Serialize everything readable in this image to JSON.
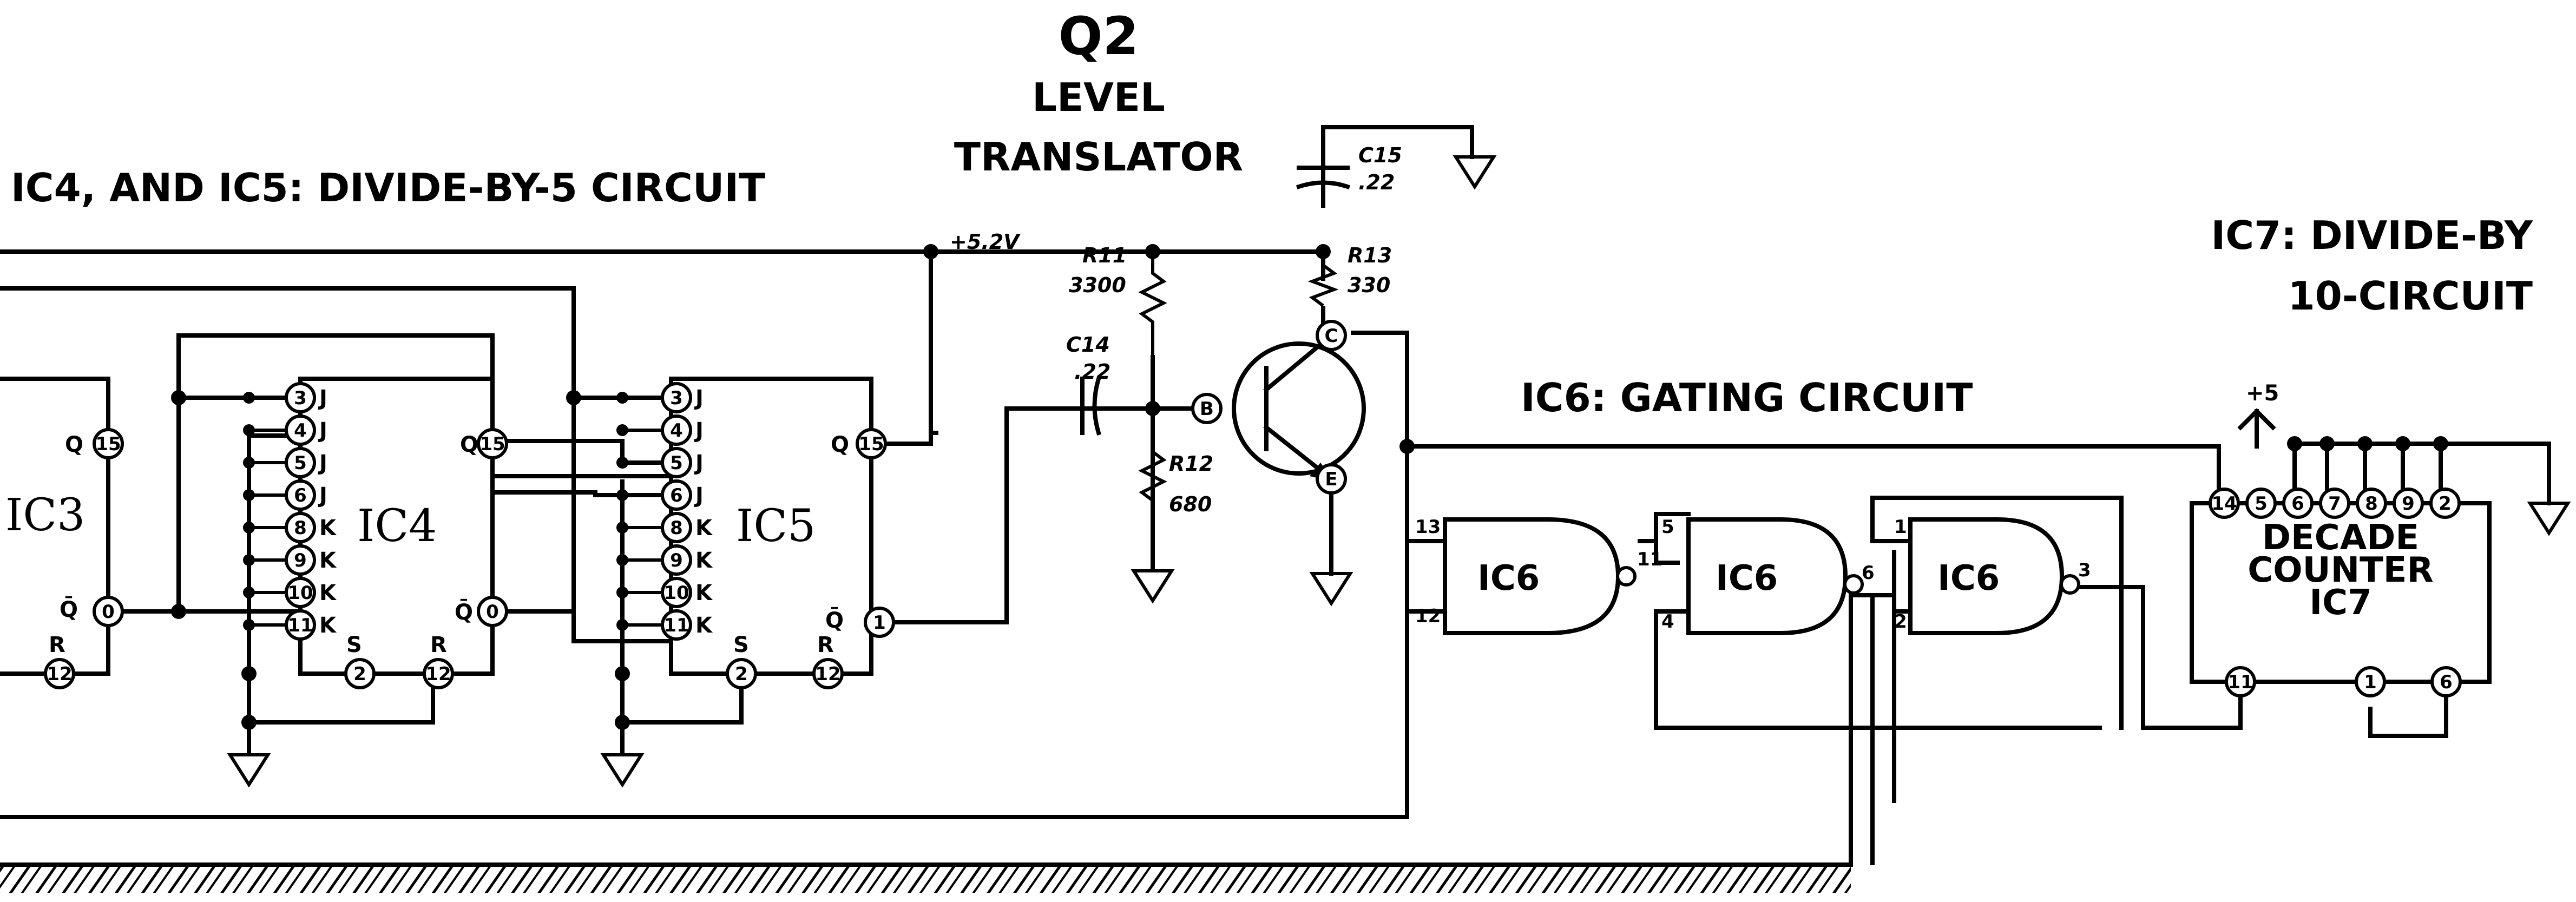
{
  "labels": {
    "q2": "Q2",
    "level": "LEVEL",
    "translator": "TRANSLATOR",
    "divide_by_5": "IC4, AND IC5: DIVIDE-BY-5 CIRCUIT",
    "ic7_line1": "IC7: DIVIDE-BY",
    "ic7_line2": "10-CIRCUIT",
    "gating": "IC6: GATING CIRCUIT",
    "supply": "+5.2V",
    "plus5": "+5"
  },
  "ics": {
    "ic3": "IC3",
    "ic4": "IC4",
    "ic5": "IC5",
    "ic6a": "IC6",
    "ic6b": "IC6",
    "ic6c": "IC6",
    "ic7_l1": "DECADE",
    "ic7_l2": "COUNTER",
    "ic7_l3": "IC7"
  },
  "components": {
    "r11_name": "R11",
    "r11_value": "3300",
    "r12_name": "R12",
    "r12_value": "680",
    "r13_name": "R13",
    "r13_value": "330",
    "c14_name": "C14",
    "c14_value": ".22",
    "c15_name": "C15",
    "c15_value": ".22"
  },
  "pins": {
    "ic3_q": "Q",
    "ic3_q_num": "15",
    "ic3_qbar": "Q̄",
    "ic3_qbar_num": "0",
    "ic3_r": "R",
    "ic3_r_num": "12",
    "ic4_jk": [
      {
        "num": "3",
        "lbl": "J"
      },
      {
        "num": "4",
        "lbl": "J"
      },
      {
        "num": "5",
        "lbl": "J"
      },
      {
        "num": "6",
        "lbl": "J"
      },
      {
        "num": "8",
        "lbl": "K"
      },
      {
        "num": "9",
        "lbl": "K"
      },
      {
        "num": "10",
        "lbl": "K"
      },
      {
        "num": "11",
        "lbl": "K"
      }
    ],
    "ic4_q": "Q",
    "ic4_q_num": "15",
    "ic4_qbar": "Q̄",
    "ic4_qbar_num": "0",
    "ic4_s": "S",
    "ic4_s_num": "2",
    "ic4_r": "R",
    "ic4_r_num": "12",
    "ic5_jk": [
      {
        "num": "3",
        "lbl": "J"
      },
      {
        "num": "4",
        "lbl": "J"
      },
      {
        "num": "5",
        "lbl": "J"
      },
      {
        "num": "6",
        "lbl": "J"
      },
      {
        "num": "8",
        "lbl": "K"
      },
      {
        "num": "9",
        "lbl": "K"
      },
      {
        "num": "10",
        "lbl": "K"
      },
      {
        "num": "11",
        "lbl": "K"
      }
    ],
    "ic5_q": "Q",
    "ic5_q_num": "15",
    "ic5_qbar": "Q̄",
    "ic5_qbar_num": "1",
    "ic5_s": "S",
    "ic5_s_num": "2",
    "ic5_r": "R",
    "ic5_r_num": "12",
    "q2_b": "B",
    "q2_c": "C",
    "q2_e": "E",
    "ic6a_in1": "13",
    "ic6a_in2": "12",
    "ic6a_out": "11",
    "ic6b_in1": "5",
    "ic6b_in2": "4",
    "ic6b_out": "6",
    "ic6c_in1": "1",
    "ic6c_in2": "2",
    "ic6c_out": "3",
    "ic7_top": [
      "14",
      "5",
      "6",
      "7",
      "8",
      "9",
      "2"
    ],
    "ic7_bottom": [
      "11",
      "1",
      "6"
    ]
  }
}
